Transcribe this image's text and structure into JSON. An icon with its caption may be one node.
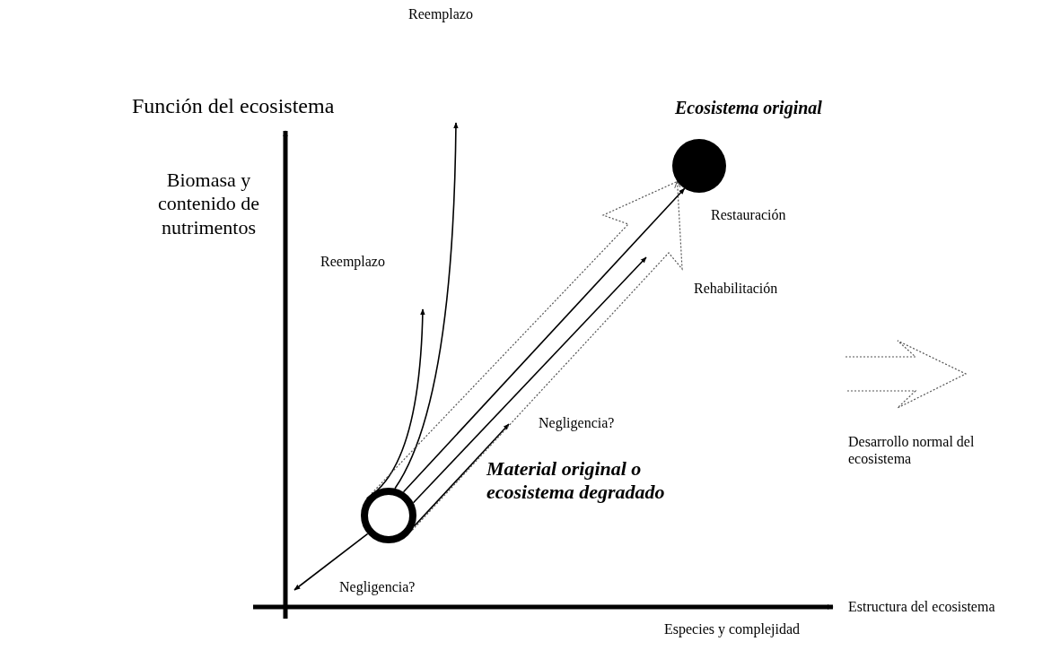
{
  "diagram": {
    "nodes": [
      {
        "text": [],
        "shape": "circle",
        "beside": [
          "Material original o ecosistema degradado"
        ]
      },
      {
        "text": [],
        "shape": "circle",
        "beside": [
          "Ecosistema original"
        ]
      }
    ],
    "edges": [
      {
        "from": 0,
        "to": 1,
        "arrow": "to",
        "label": "Restauración"
      },
      {
        "from": 0,
        "to": null,
        "arrow": "to"
      },
      {
        "from": 0,
        "to": null,
        "arrow": "to",
        "label": "Negligencia?"
      },
      {
        "from": 0,
        "to": null,
        "arrow": "to",
        "label": "Negligencia?"
      },
      {
        "from": 0,
        "to": null,
        "arrow": "to"
      },
      {
        "from": 0,
        "to": null,
        "arrow": "to",
        "label": "Reemplazo"
      },
      {
        "from": 0,
        "to": 1,
        "arrow": "to",
        "style": "dashed"
      }
    ],
    "labels": [
      "Reemplazo",
      "Función del ecosistema",
      "Biomasa y contenido de nutrimentos",
      "Rehabilitación",
      "Estructura del ecosistema",
      "Especies y complejidad"
    ],
    "legend": [
      {
        "text": "Desarrollo normal del ecosistema"
      }
    ]
  }
}
